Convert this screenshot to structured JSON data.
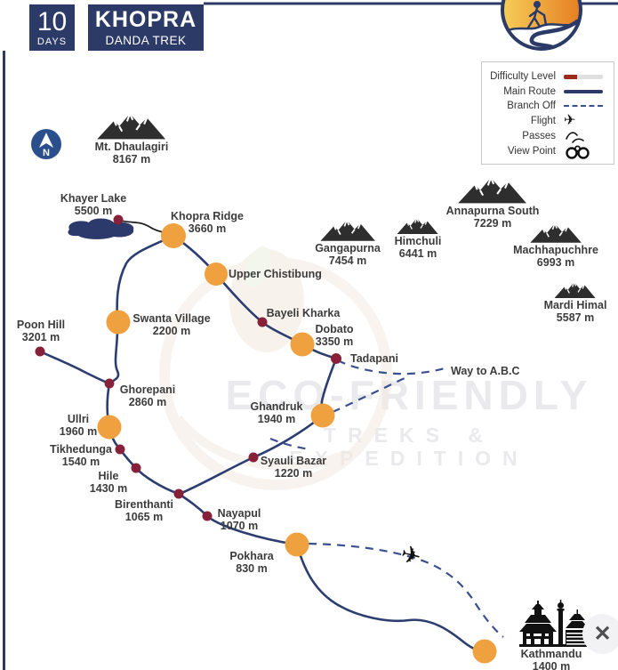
{
  "header": {
    "days_value": "10",
    "days_label": "DAYS",
    "title": "KHOPRA",
    "subtitle": "DANDA TREK"
  },
  "compass": {
    "label": "N"
  },
  "legend": {
    "items": [
      {
        "label": "Difficulty Level",
        "icon": "difficulty-bar"
      },
      {
        "label": "Main Route",
        "icon": "solid-navy-line"
      },
      {
        "label": "Branch Off",
        "icon": "dashed-blue-line"
      },
      {
        "label": "Flight",
        "icon": "airplane"
      },
      {
        "label": "Passes",
        "icon": "pass-curves"
      },
      {
        "label": "View Point",
        "icon": "binoculars"
      }
    ]
  },
  "mountains": {
    "dhaulagiri": {
      "name": "Mt. Dhaulagiri",
      "elevation": "8167 m"
    },
    "gangapurna": {
      "name": "Gangapurna",
      "elevation": "7454 m"
    },
    "himchuli": {
      "name": "Himchuli",
      "elevation": "6441 m"
    },
    "annapurna_south": {
      "name": "Annapurna South",
      "elevation": "7229 m"
    },
    "machhapuchhre": {
      "name": "Machhapuchhre",
      "elevation": "6993 m"
    },
    "mardi_himal": {
      "name": "Mardi Himal",
      "elevation": "5587 m"
    }
  },
  "waypoints": {
    "khayer_lake": {
      "name": "Khayer Lake",
      "elevation": "5500 m"
    },
    "khopra_ridge": {
      "name": "Khopra Ridge",
      "elevation": "3660 m"
    },
    "upper_chistibung": {
      "name": "Upper Chistibung"
    },
    "swanta_village": {
      "name": "Swanta Village",
      "elevation": "2200 m"
    },
    "bayeli_kharka": {
      "name": "Bayeli Kharka"
    },
    "dobato": {
      "name": "Dobato",
      "elevation": "3350 m"
    },
    "tadapani": {
      "name": "Tadapani"
    },
    "poon_hill": {
      "name": "Poon Hill",
      "elevation": "3201 m"
    },
    "ghorepani": {
      "name": "Ghorepani",
      "elevation": "2860 m"
    },
    "ullri": {
      "name": "Ullri",
      "elevation": "1960 m"
    },
    "tikhedunga": {
      "name": "Tikhedunga",
      "elevation": "1540 m"
    },
    "hile": {
      "name": "Hile",
      "elevation": "1430 m"
    },
    "birenthanti": {
      "name": "Birenthanti",
      "elevation": "1065 m"
    },
    "syauli_bazar": {
      "name": "Syauli Bazar",
      "elevation": "1220 m"
    },
    "nayapul": {
      "name": "Nayapul",
      "elevation": "1070 m"
    },
    "ghandruk": {
      "name": "Ghandruk",
      "elevation": "1940 m"
    },
    "pokhara": {
      "name": "Pokhara",
      "elevation": "830 m"
    },
    "kathmandu": {
      "name": "Kathmandu",
      "elevation": "1400 m"
    }
  },
  "annotations": {
    "way_to_abc": "Way to A.B.C"
  },
  "watermark": {
    "line1": "ECO-FRIENDLY",
    "line2": "TREKS & EXPEDITION"
  },
  "icons": {
    "flight": "✈",
    "close": "✕"
  },
  "colors": {
    "navy": "#2B3A67",
    "main_route": "#2C3E70",
    "branch_off": "#3A5090",
    "major_stop_orange": "#EFA13F",
    "minor_stop_maroon": "#872139",
    "difficulty_red": "#9C2A1D",
    "label_text": "#3C3C3C",
    "watermark_gray": "#EAEAED"
  }
}
